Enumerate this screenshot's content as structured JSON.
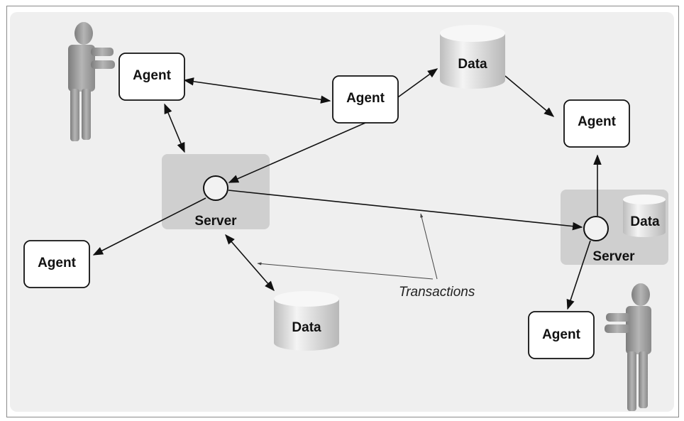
{
  "agents": [
    {
      "id": "agent-top-left",
      "label": "Agent"
    },
    {
      "id": "agent-center",
      "label": "Agent"
    },
    {
      "id": "agent-right",
      "label": "Agent"
    },
    {
      "id": "agent-left",
      "label": "Agent"
    },
    {
      "id": "agent-bottom-right",
      "label": "Agent"
    }
  ],
  "data_stores": [
    {
      "id": "data-top",
      "label": "Data"
    },
    {
      "id": "data-bottom",
      "label": "Data"
    },
    {
      "id": "data-right-server",
      "label": "Data"
    }
  ],
  "servers": [
    {
      "id": "server-left",
      "label": "Server"
    },
    {
      "id": "server-right",
      "label": "Server"
    }
  ],
  "annotation": {
    "label": "Transactions"
  },
  "colors": {
    "background": "#efefef",
    "server_panel": "#cfcfcf",
    "box_fill": "#ffffff",
    "stroke": "#111111",
    "cylinder_light": "#f2f2f2",
    "cylinder_dark": "#bdbdbd",
    "person": "#a9a9a9"
  }
}
